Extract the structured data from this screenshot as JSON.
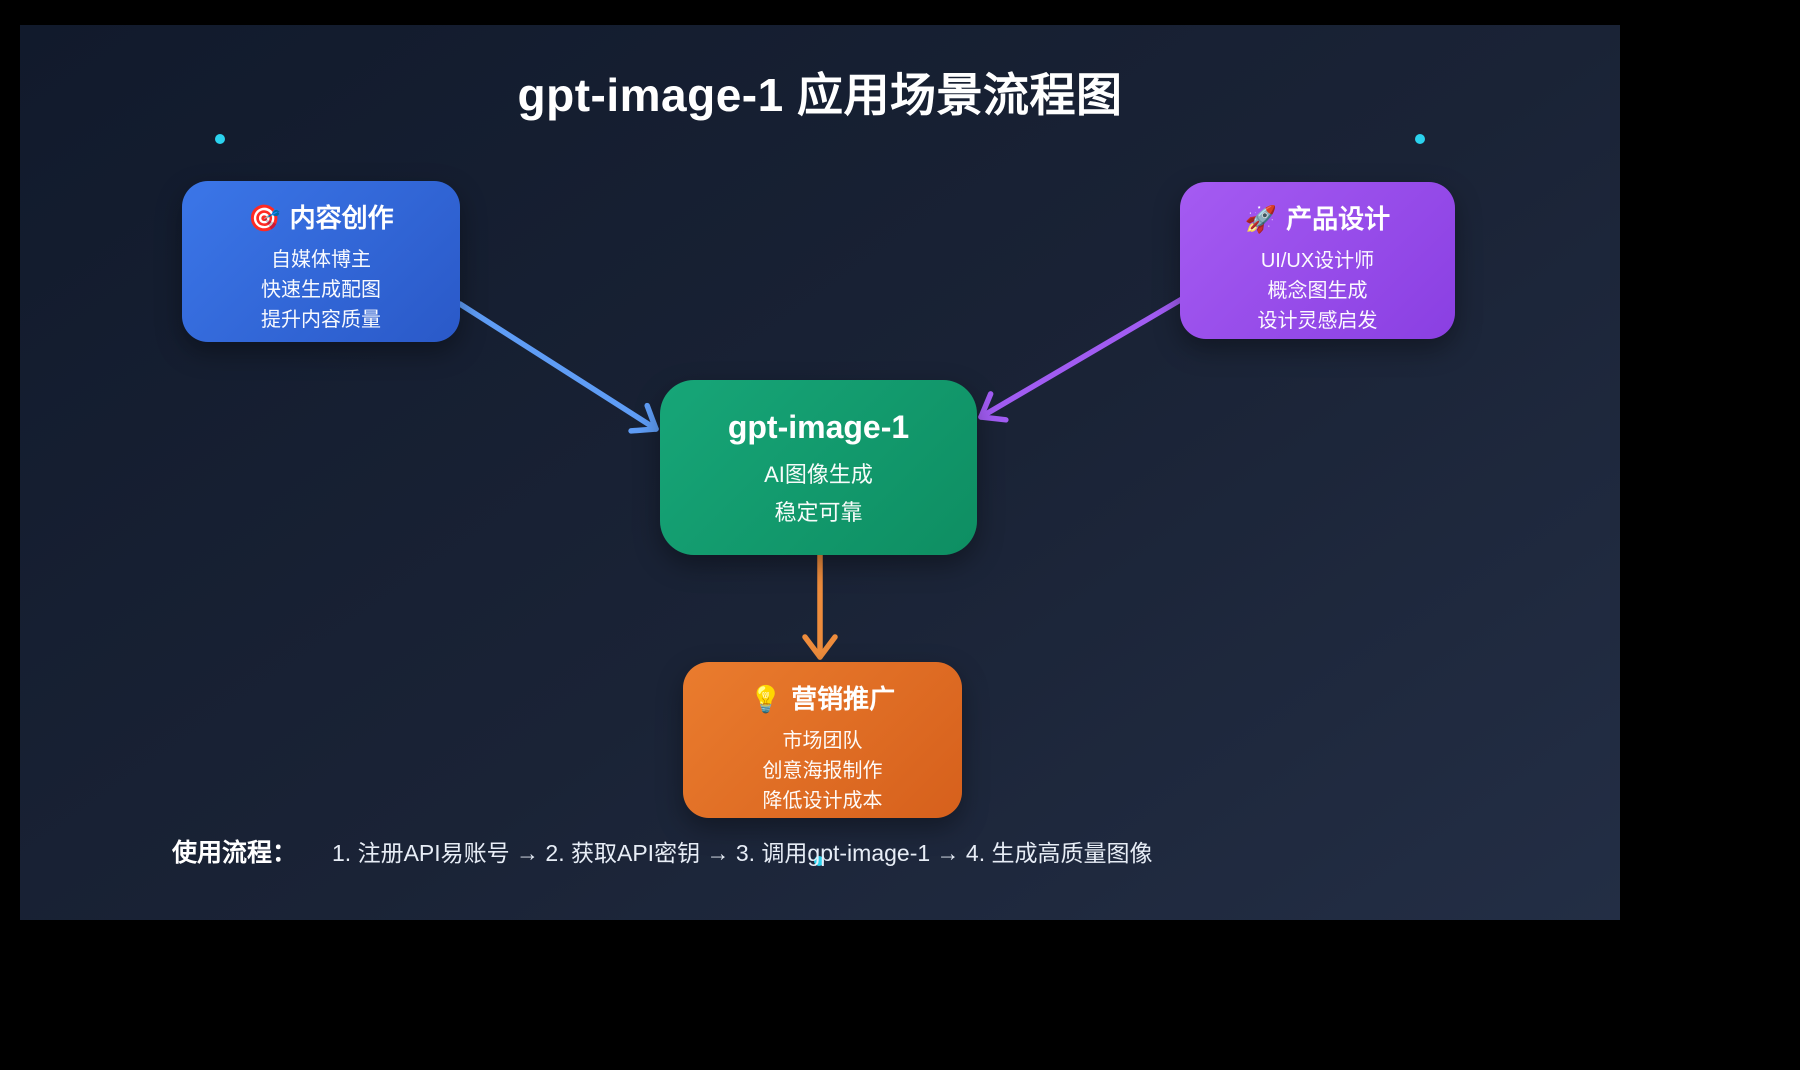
{
  "title": "gpt-image-1 应用场景流程图",
  "nodes": {
    "content_creation": {
      "icon": "🎯",
      "title": "内容创作",
      "lines": [
        "自媒体博主",
        "快速生成配图",
        "提升内容质量"
      ]
    },
    "product_design": {
      "icon": "🚀",
      "title": "产品设计",
      "lines": [
        "UI/UX设计师",
        "概念图生成",
        "设计灵感启发"
      ]
    },
    "gpt_image_1": {
      "title": "gpt-image-1",
      "lines": [
        "AI图像生成",
        "稳定可靠"
      ]
    },
    "marketing": {
      "icon": "💡",
      "title": "营销推广",
      "lines": [
        "市场团队",
        "创意海报制作",
        "降低设计成本"
      ]
    }
  },
  "footer": {
    "label": "使用流程：",
    "steps": "1. 注册API易账号 → 2. 获取API密钥 → 3. 调用gpt-image-1 → 4. 生成高质量图像"
  },
  "colors": {
    "canvas_bg_start": "#111a2c",
    "canvas_bg_end": "#232e45",
    "node_content_start": "#3b76e8",
    "node_content_end": "#2a59c8",
    "node_design_start": "#a55bf2",
    "node_design_end": "#8a3fe2",
    "node_core_start": "#17a678",
    "node_core_end": "#0e8e62",
    "node_marketing_start": "#ea7c2e",
    "node_marketing_end": "#d6601c",
    "edge_blue": "#5f9df6",
    "edge_purple": "#a15cf2",
    "edge_orange": "#ee8c3c",
    "particle": "#2bd2ee"
  }
}
